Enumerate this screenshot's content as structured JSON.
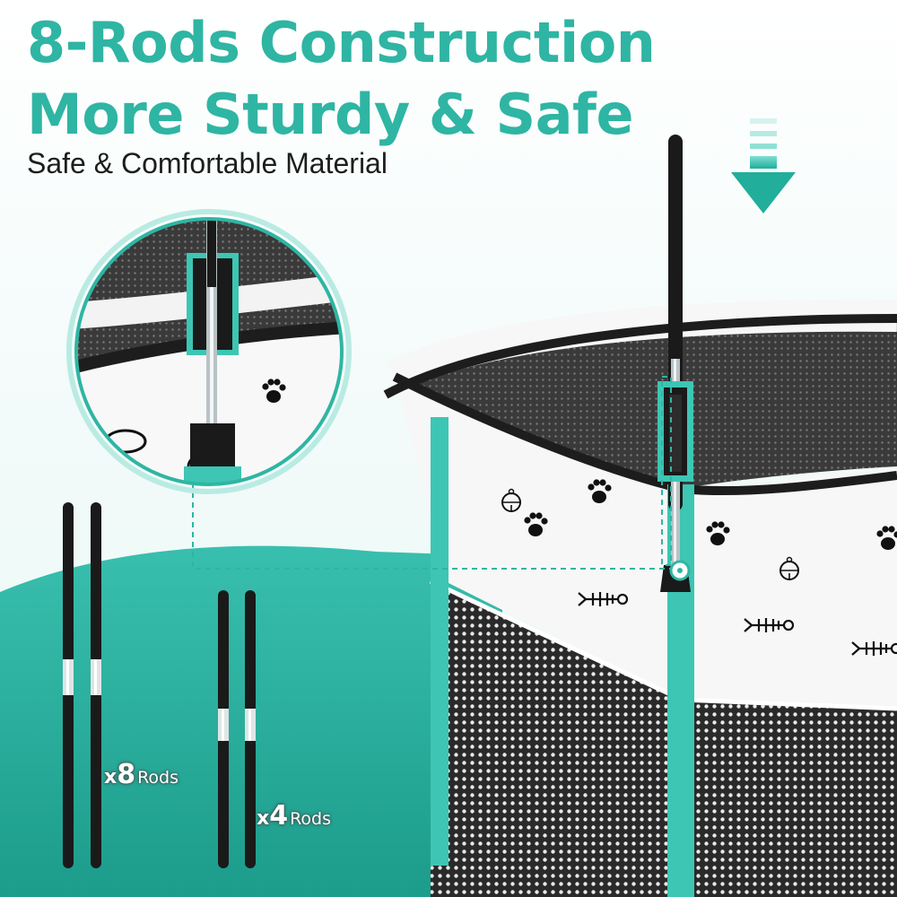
{
  "header": {
    "title_line1": "8-Rods Construction",
    "title_line2": "More Sturdy & Safe",
    "subtitle": "Safe & Comfortable Material"
  },
  "badges": {
    "long_rods": {
      "prefix": "x",
      "count": "8",
      "unit": "Rods"
    },
    "short_rods": {
      "prefix": "x",
      "count": "4",
      "unit": "Rods"
    }
  },
  "icons": [
    "down-arrow-icon",
    "paw-print-icon",
    "fish-bone-icon",
    "bell-icon"
  ],
  "colors": {
    "accent": "#2fb5a3",
    "accent_dark": "#1f9e8e",
    "frame_teal": "#3cc6b3",
    "rod_black": "#1a1a1a",
    "mesh_dark": "#2a2a2a"
  }
}
